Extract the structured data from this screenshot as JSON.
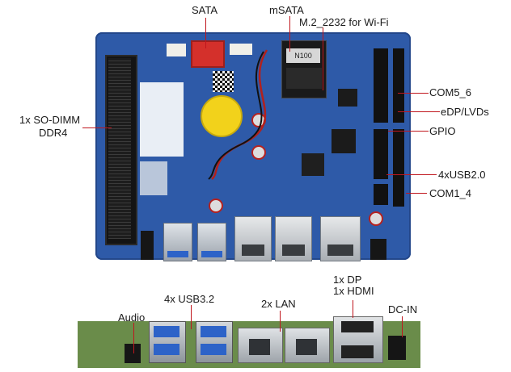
{
  "labels": {
    "sata": "SATA",
    "msata": "mSATA",
    "m2": "M.2_2232 for Wi-Fi",
    "sodimm_line1": "1x SO-DIMM",
    "sodimm_line2": "DDR4",
    "com5_6": "COM5_6",
    "edp": "eDP/LVDs",
    "gpio": "GPIO",
    "usb20": "4xUSB2.0",
    "com1_4": "COM1_4",
    "usb32": "4x USB3.2",
    "lan": "2x LAN",
    "dp": "1x DP",
    "hdmi": "1x HDMI",
    "audio": "Audio",
    "dcin": "DC-IN"
  },
  "board": {
    "cpu_label": "N100"
  },
  "colors": {
    "board": "#2e5aa8",
    "callout": "#c0161d",
    "battery": "#f2d21b",
    "sata_connector": "#d4302b",
    "usb_insert": "#2d63c8"
  }
}
